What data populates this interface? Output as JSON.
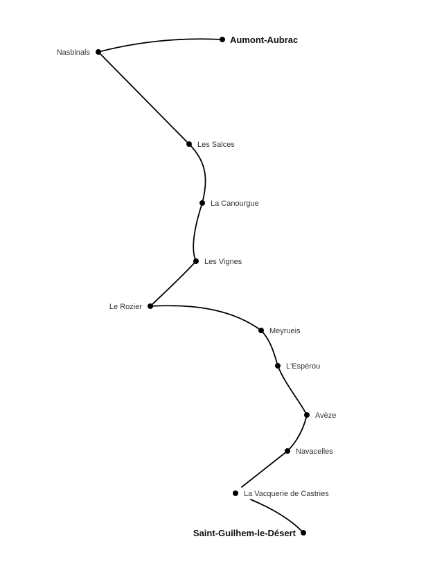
{
  "route": {
    "stops": [
      {
        "name": "Aumont-Aubrac",
        "endpoint": true
      },
      {
        "name": "Nasbinals",
        "endpoint": false
      },
      {
        "name": "Les Salces",
        "endpoint": false
      },
      {
        "name": "La Canourgue",
        "endpoint": false
      },
      {
        "name": "Les Vignes",
        "endpoint": false
      },
      {
        "name": "Le Rozier",
        "endpoint": false
      },
      {
        "name": "Meyrueis",
        "endpoint": false
      },
      {
        "name": "L'Espérou",
        "endpoint": false
      },
      {
        "name": "Avèze",
        "endpoint": false
      },
      {
        "name": "Navacelles",
        "endpoint": false
      },
      {
        "name": "La Vacquerie de Castries",
        "endpoint": false
      },
      {
        "name": "Saint-Guilhem-le-Désert",
        "endpoint": true
      }
    ],
    "colors": {
      "line": "#000000",
      "dot": "#000000",
      "label": "#333333",
      "endpoint_label": "#111111"
    }
  }
}
